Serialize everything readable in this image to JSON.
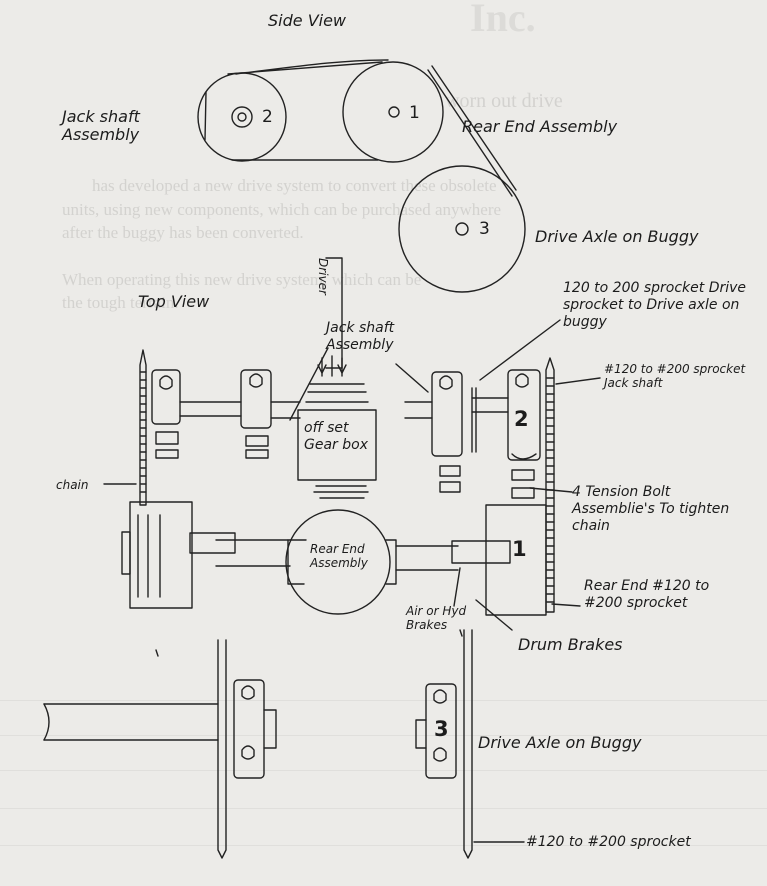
{
  "background_document": {
    "title_fragment": "Inc.",
    "heading": "worn out drive",
    "line1": "has developed a new drive system to convert these obsolete",
    "line2": "units, using new components, which can be purchased anywhere",
    "line3": "after the buggy has been converted.",
    "line4": "When operating this new drive system, which can be",
    "line5": "the tough terrain."
  },
  "side_view": {
    "title": "Side View",
    "pulley_2": "2",
    "pulley_1": "1",
    "pulley_3": "3",
    "jackshaft_label": "Jack shaft Assembly",
    "rear_end_label": "Rear End Assembly",
    "drive_axle_label": "Drive Axle on Buggy"
  },
  "top_view": {
    "title": "Top View",
    "driver_label": "Driver",
    "jackshaft_label": "Jack shaft Assembly",
    "gearbox_label": "off set Gear box",
    "rear_end_label": "Rear End Assembly",
    "chain_label": "chain",
    "sprocket_drive_label": "120 to 200 sprocket Drive sprocket to Drive axle on buggy",
    "sprocket_jackshaft_label": "#120 to #200 sprocket Jack shaft",
    "tension_bolt_label": "4 Tension Bolt Assemblie's To tighten chain",
    "rear_end_sprocket_label": "Rear End #120 to #200 sprocket",
    "brakes_label": "Air or Hyd Brakes",
    "drum_brakes_label": "Drum Brakes",
    "drive_axle_label": "Drive Axle on Buggy",
    "bottom_sprocket_label": "#120 to #200 sprocket",
    "num_2": "2",
    "num_1": "1",
    "num_3": "3"
  }
}
